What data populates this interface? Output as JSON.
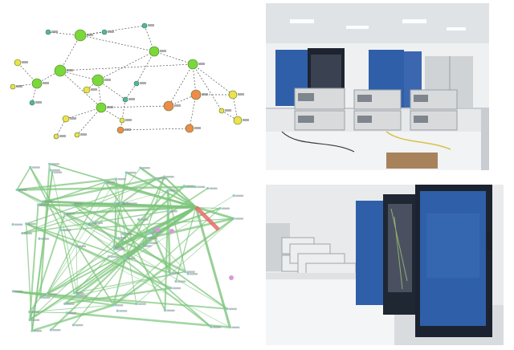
{
  "figure": {
    "panels": [
      {
        "id": "network-graph-top",
        "kind": "diagram",
        "node_colors": [
          "#7ad83a",
          "#f0e04a",
          "#f08a4a",
          "#4db6ac"
        ],
        "edge_color": "#555555"
      },
      {
        "id": "network-graph-bottom",
        "kind": "diagram",
        "edge_color": "#7cc47a",
        "highlight_color": "#e86a6a"
      },
      {
        "id": "server-room-photo",
        "kind": "photo",
        "cabinet_color": "#2f5fa8",
        "equipment_color": "#d8dadc"
      },
      {
        "id": "rack-cabinets-photo",
        "kind": "photo",
        "cabinet_color": "#2f5fa8",
        "equipment_color": "#e4e6e8"
      }
    ]
  }
}
